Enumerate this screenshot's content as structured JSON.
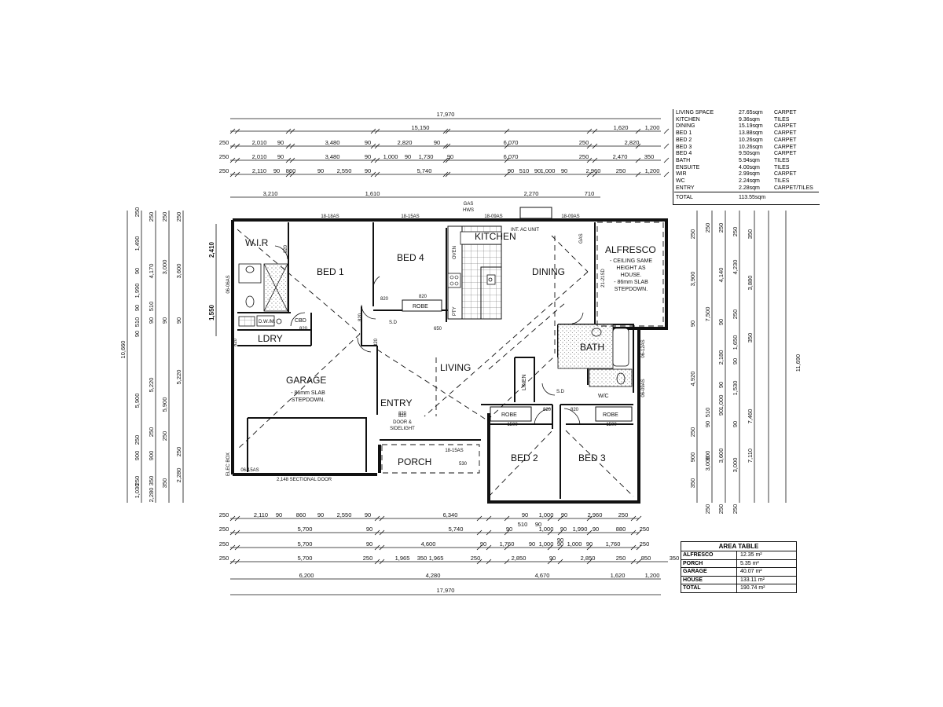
{
  "schedule": {
    "rows": [
      {
        "room": "LIVING SPACE",
        "area": "27.65sqm",
        "finish": "CARPET"
      },
      {
        "room": "KITCHEN",
        "area": "9.36sqm",
        "finish": "TILES"
      },
      {
        "room": "DINING",
        "area": "15.19sqm",
        "finish": "CARPET"
      },
      {
        "room": "BED 1",
        "area": "13.88sqm",
        "finish": "CARPET"
      },
      {
        "room": "BED 2",
        "area": "10.26sqm",
        "finish": "CARPET"
      },
      {
        "room": "BED 3",
        "area": "10.26sqm",
        "finish": "CARPET"
      },
      {
        "room": "BED 4",
        "area": "9.50sqm",
        "finish": "CARPET"
      },
      {
        "room": "BATH",
        "area": "5.94sqm",
        "finish": "TILES"
      },
      {
        "room": "ENSUITE",
        "area": "4.00sqm",
        "finish": "TILES"
      },
      {
        "room": "WIR",
        "area": "2.99sqm",
        "finish": "CARPET"
      },
      {
        "room": "WC",
        "area": "2.24sqm",
        "finish": "TILES"
      },
      {
        "room": "ENTRY",
        "area": "2.28sqm",
        "finish": "CARPET/TILES"
      }
    ],
    "total_label": "TOTAL",
    "total_value": "113.55sqm"
  },
  "area_table": {
    "title": "AREA TABLE",
    "rows": [
      {
        "name": "ALFRESCO",
        "value": "12.35 m²"
      },
      {
        "name": "PORCH",
        "value": "5.35 m²"
      },
      {
        "name": "GARAGE",
        "value": "40.07 m²"
      },
      {
        "name": "HOUSE",
        "value": "133.11 m²"
      },
      {
        "name": "TOTAL",
        "value": "190.74 m²"
      }
    ]
  },
  "rooms": {
    "wir": "W.I.R",
    "bed1": "BED 1",
    "bed4": "BED 4",
    "kitchen": "KITCHEN",
    "dining": "DINING",
    "alfresco": "ALFRESCO",
    "alfresco_note": [
      "- CEILING SAME",
      "HEIGHT AS",
      "HOUSE.",
      "- 86mm SLAB",
      "STEPDOWN."
    ],
    "ldry": "LDRY",
    "cbd": "CBD",
    "garage": "GARAGE",
    "garage_note": [
      "- 86mm SLAB",
      "STEPDOWN."
    ],
    "living": "LIVING",
    "entry": "ENTRY",
    "entry_door": [
      "820",
      "DOOR &",
      "SIDELIGHT"
    ],
    "porch": "PORCH",
    "bath": "BATH",
    "wc": "W/C",
    "linen": "LINEN",
    "bed2": "BED 2",
    "bed3": "BED 3",
    "robe": "ROBE",
    "pty": "PTY",
    "oven": "OVEN",
    "dwm": "D.W./M.",
    "sd": "S.D",
    "gas_hws": [
      "GAS",
      "HWS"
    ],
    "ac_unit": "INT. AC UNIT",
    "gas": "GAS",
    "sectional_door": "2,148 SECTIONAL DOOR",
    "elec_box": "ELEC BOX"
  },
  "window_labels": [
    "18-18AS",
    "18-15AS",
    "18-09AS",
    "18-09AS",
    "06-06AS",
    "21-21SD",
    "06-12AS",
    "06-09AS",
    "18-15AS",
    "06-15AS"
  ],
  "door_labels": [
    "820",
    "820",
    "820",
    "820",
    "820",
    "820",
    "820",
    "820",
    "820",
    "820",
    "650",
    "1800",
    "530",
    "1500",
    "1500"
  ],
  "top_dims": {
    "overall": "17,970",
    "row1": [
      "15,150",
      "1,620",
      "1,200"
    ],
    "row2": [
      "250",
      "2,010",
      "90",
      "3,480",
      "90",
      "2,820",
      "90",
      "6,070",
      "250",
      "2,820"
    ],
    "row3": [
      "250",
      "2,010",
      "90",
      "3,480",
      "90",
      "1,000",
      "90",
      "1,730",
      "90",
      "6,070",
      "250",
      "2,470",
      "350"
    ],
    "row4": [
      "250",
      "2,110",
      "90",
      "860",
      "90",
      "2,550",
      "90",
      "5,740",
      "90",
      "510",
      "90",
      "1,000",
      "90",
      "2,960",
      "250",
      "1,200"
    ],
    "row5": [
      "3,210",
      "1,610",
      "2,270",
      "710"
    ]
  },
  "bottom_dims": {
    "row1": [
      "250",
      "2,110",
      "90",
      "860",
      "90",
      "2,550",
      "90",
      "6,340",
      "90",
      "1,000",
      "90",
      "2,960",
      "250"
    ],
    "row1b": [
      "510",
      "90"
    ],
    "row2": [
      "250",
      "5,700",
      "90",
      "5,740",
      "90",
      "1,000",
      "90",
      "1,990",
      "90",
      "880",
      "250"
    ],
    "row2b": [
      "90"
    ],
    "row3": [
      "250",
      "5,700",
      "90",
      "4,600",
      "90",
      "1,760",
      "90",
      "1,000",
      "90",
      "1,000",
      "90",
      "1,760",
      "250"
    ],
    "row4": [
      "250",
      "5,700",
      "250",
      "1,965",
      "350",
      "1,965",
      "250",
      "2,850",
      "90",
      "2,850",
      "250",
      "850",
      "350"
    ],
    "row5": [
      "6,200",
      "4,280",
      "4,670",
      "1,620",
      "1,200"
    ],
    "overall": "17,970"
  },
  "left_dims": {
    "overall": "10,660",
    "col1": [
      "250",
      "1,490",
      "90",
      "1,990",
      "90",
      "510",
      "90",
      "5,900",
      "250",
      "900",
      "250",
      "1,030"
    ],
    "col2": [
      "250",
      "4,170",
      "510",
      "90",
      "5,220",
      "250",
      "900",
      "350",
      "2,280"
    ],
    "col3": [
      "250",
      "3,000",
      "90",
      "5,900",
      "250",
      "350"
    ],
    "col4": [
      "250",
      "3,600",
      "90",
      "5,220",
      "250",
      "2,280"
    ],
    "inner": [
      "2,410",
      "1,550"
    ]
  },
  "right_dims": {
    "overall": "11,690",
    "col1": [
      "250",
      "3,900",
      "90",
      "4,920",
      "250",
      "900",
      "350"
    ],
    "col2": [
      "250",
      "7,500",
      "510",
      "90",
      "900",
      "3,000",
      "250"
    ],
    "col3": [
      "250",
      "4,140",
      "90",
      "2,180",
      "90",
      "1,000",
      "90",
      "3,600",
      "250"
    ],
    "col4": [
      "250",
      "4,230",
      "250",
      "1,650",
      "90",
      "1,530",
      "90",
      "3,000",
      "250"
    ],
    "col5": [
      "350",
      "3,880",
      "350",
      "7,460",
      "7,110"
    ]
  }
}
